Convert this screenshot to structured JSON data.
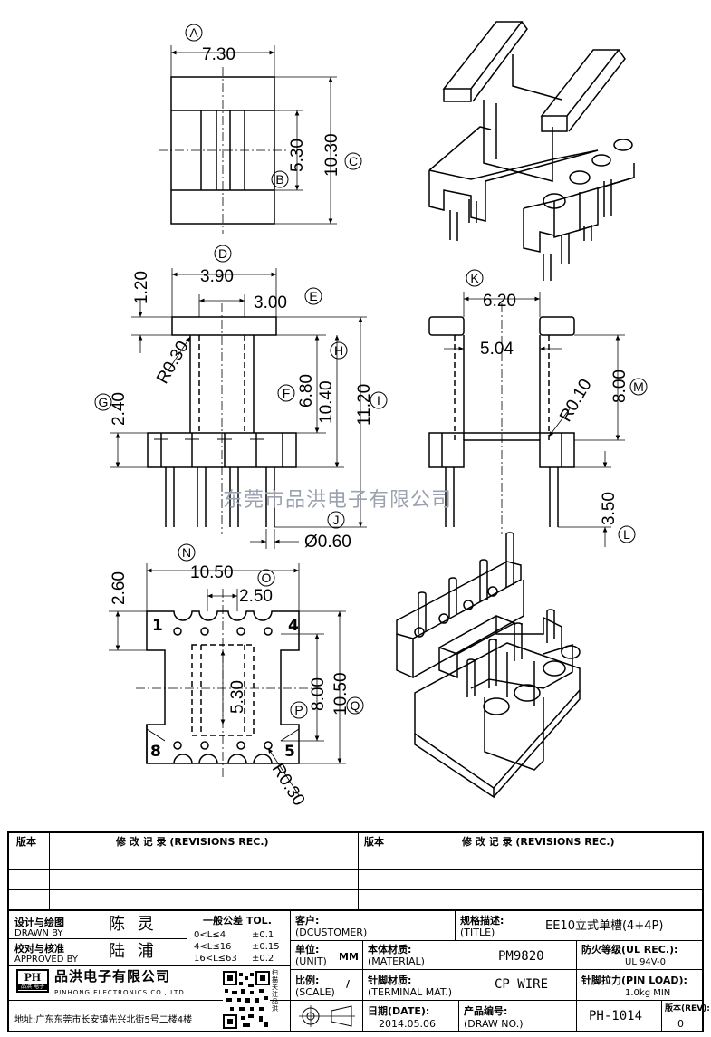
{
  "dims": {
    "d730": "7.30",
    "d530": "5.30",
    "d1030": "10.30",
    "d390": "3.90",
    "d300": "3.00",
    "d120": "1.20",
    "d240": "2.40",
    "dR030": "R0.30",
    "d680": "6.80",
    "d1040": "10.40",
    "d1120": "11.20",
    "d060": "Ø0.60",
    "d620": "6.20",
    "d504": "5.04",
    "dR010": "R0.10",
    "d800": "8.00",
    "d350": "3.50",
    "d1050a": "10.50",
    "d250": "2.50",
    "d260": "2.60",
    "d530b": "5.30",
    "d800b": "8.00",
    "d1050b": "10.50",
    "dR030b": "R0.30"
  },
  "markers": {
    "A": "A",
    "B": "B",
    "C": "C",
    "D": "D",
    "E": "E",
    "F": "F",
    "G": "G",
    "H": "H",
    "I": "I",
    "J": "J",
    "K": "K",
    "L": "L",
    "M": "M",
    "N": "N",
    "O": "O",
    "P": "P",
    "Q": "Q"
  },
  "pins": {
    "p1": "1",
    "p4": "4",
    "p8": "8",
    "p5": "5"
  },
  "watermark": "东莞市品洪电子有限公司",
  "title_block": {
    "rev_header_left": "版本",
    "rev_header_mid": "修 改 记 录 (REVISIONS REC.)",
    "rev_header_left2": "版本",
    "rev_header_mid2": "修 改 记 录 (REVISIONS REC.)",
    "designed_cn": "设计与绘图",
    "designed_en": "DRAWN BY",
    "designer": "陈 灵",
    "checked_cn": "校对与核准",
    "checked_en": "APPROVED BY",
    "checker": "陆 浦",
    "tol_title": "一般公差 TOL.",
    "tol_rows": [
      {
        "range": "0<L≤4",
        "value": "±0.1"
      },
      {
        "range": "4<L≤16",
        "value": "±0.15"
      },
      {
        "range": "16<L≤63",
        "value": "±0.2"
      }
    ],
    "customer_cn": "客户:",
    "customer_en": "(DCUSTOMER)",
    "unit_cn": "单位:",
    "unit_en": "(UNIT)",
    "unit_val": "MM",
    "scale_cn": "比例:",
    "scale_en": "(SCALE)",
    "scale_val": "/",
    "material_cn": "本体材质:",
    "material_en": "(MATERIAL)",
    "material_val": "PM9820",
    "terminal_cn": "针脚材质:",
    "terminal_en": "(TERMINAL MAT.)",
    "terminal_val": "CP WIRE",
    "date_cn": "日期(DATE):",
    "date_val": "2014.05.06",
    "title_cn": "规格描述:",
    "title_en": "(TITLE)",
    "title_val": "EE10立式单槽(4+4P)",
    "fire_cn": "防火等级(UL REC.):",
    "fire_val": "UL 94V-0",
    "pinload_cn": "针脚拉力(PIN LOAD):",
    "pinload_val": "1.0kg MIN",
    "drawno_cn": "产品编号:",
    "drawno_en": "(DRAW NO.)",
    "drawno_val": "PH-1014",
    "rev_cn": "版本(REV):",
    "rev_val": "0",
    "company_cn": "品洪电子有限公司",
    "company_en": "PINHONG ELECTRONICS CO., LTD.",
    "logo_text": "PH",
    "logo_sub": "品洪 电子",
    "address": "地址:广东东莞市长安镇先兴北街5号二楼4楼",
    "qr_caption": "扫描关注品洪"
  }
}
